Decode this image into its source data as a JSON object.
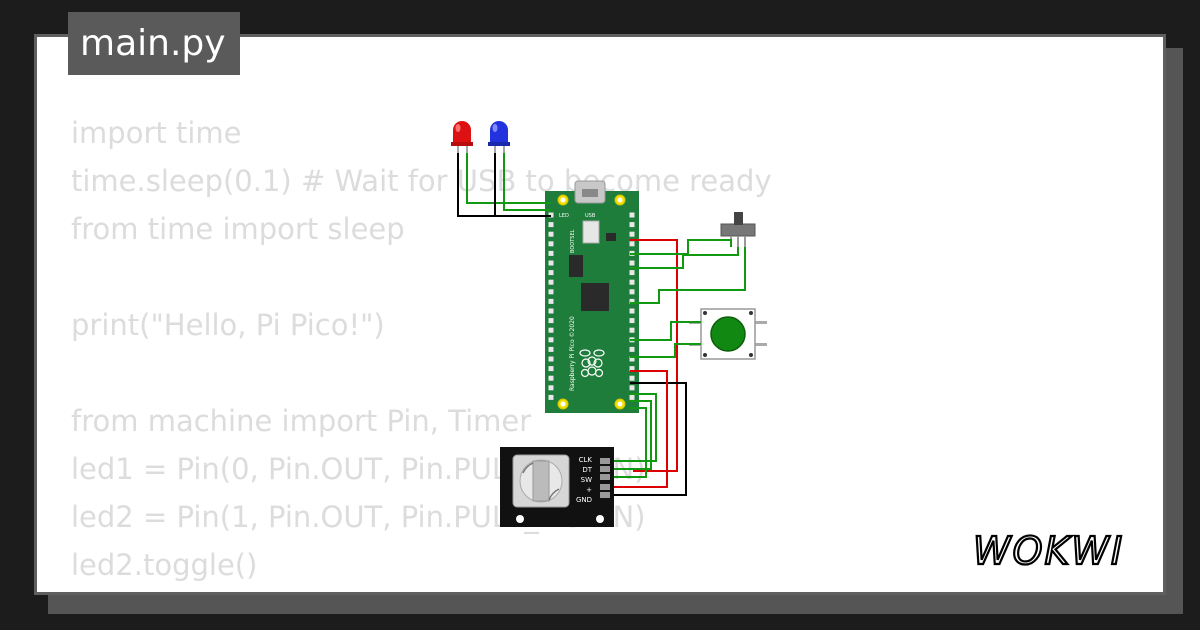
{
  "file_tab": {
    "label": "main.py"
  },
  "code_lines": [
    "import time",
    "time.sleep(0.1) # Wait for USB to become ready",
    "from time import sleep",
    "",
    "print(\"Hello, Pi Pico!\")",
    "",
    "from machine import Pin, Timer",
    "led1 = Pin(0, Pin.OUT, Pin.PULL_DOWN)",
    "led2 = Pin(1, Pin.OUT, Pin.PULL_DOWN)",
    "led2.toggle()"
  ],
  "encoder": {
    "pins": [
      "CLK",
      "DT",
      "SW",
      "+",
      "GND"
    ]
  },
  "pico_labels": {
    "led": "LED",
    "usb": "USB",
    "bootsel": "BOOTSEL",
    "model": "Raspberry Pi Pico ©2020"
  },
  "brand": {
    "name": "WOKWI"
  },
  "colors": {
    "background": "#1c1c1c",
    "card": "#ffffff",
    "tab": "#5a5a5a",
    "code_text": "#dcdcdc",
    "wire_green": "#119911",
    "wire_red": "#dd0000",
    "wire_black": "#000000",
    "pico_board": "#1e7d3a",
    "led_red": "#dd1111",
    "led_blue": "#2233dd",
    "button": "#118811"
  }
}
